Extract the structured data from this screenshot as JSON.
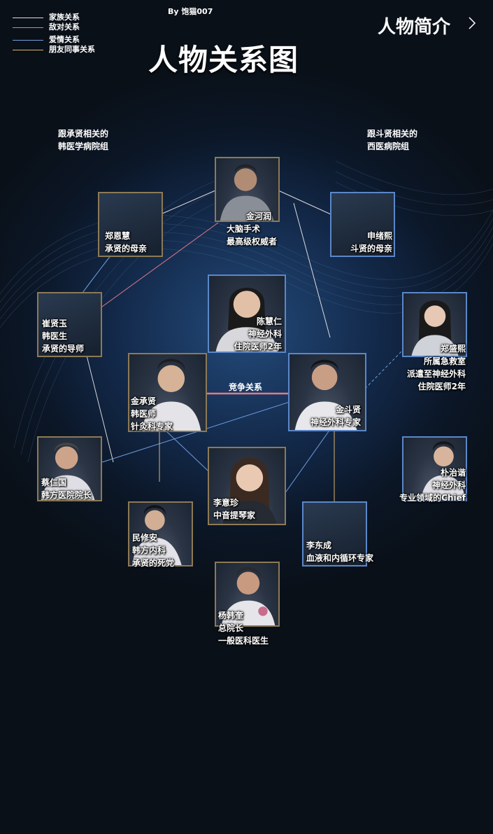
{
  "legend": [
    {
      "label": "家族关系",
      "color": "#dcdcdc"
    },
    {
      "label": "敌对关系",
      "color": "#e07a88"
    },
    {
      "label": "爱情关系",
      "color": "#6e9fe0"
    },
    {
      "label": "朋友同事关系",
      "color": "#d9b46a"
    }
  ],
  "byline": "By 饱猫007",
  "title": "人物关系图",
  "intro_link": "人物简介",
  "groups": {
    "left": [
      "跟承贤相关的",
      "韩医学病院组"
    ],
    "right": [
      "跟斗贤相关的",
      "西医病院组"
    ]
  },
  "characters": [
    {
      "id": "kim-ha-yoon",
      "lines": [
        "金河润",
        "大脑手术",
        "最高级权威者"
      ],
      "frame": "gold",
      "photo": true
    },
    {
      "id": "jung-eun-hye",
      "lines": [
        "郑恩慧",
        "承贤的母亲"
      ],
      "frame": "gold",
      "photo": false
    },
    {
      "id": "shin-seo-hee",
      "lines": [
        "申绪熙",
        "斗贤的母亲"
      ],
      "frame": "blue",
      "photo": false
    },
    {
      "id": "choi-hyun-ok",
      "lines": [
        "崔贤玉",
        "韩医生",
        "承贤的导师"
      ],
      "frame": "gold",
      "photo": false
    },
    {
      "id": "chen-hye-ren",
      "lines": [
        "陈慧仁",
        "神经外科",
        "住院医师2年"
      ],
      "frame": "blue",
      "photo": true
    },
    {
      "id": "jung-sung-hee",
      "lines": [
        "郑盛熙",
        "所属急救室",
        "派遣至神经外科",
        "住院医师2年"
      ],
      "frame": "blue",
      "photo": true
    },
    {
      "id": "kim-seung-hyun",
      "lines": [
        "金承贤",
        "韩医师",
        "针灸科专家"
      ],
      "frame": "gold",
      "photo": true
    },
    {
      "id": "kim-doo-hyun",
      "lines": [
        "金斗贤",
        "神经外科专家"
      ],
      "frame": "blue",
      "photo": true
    },
    {
      "id": "chae-in-guk",
      "lines": [
        "蔡仁国",
        "韩方医院院长"
      ],
      "frame": "gold",
      "photo": true
    },
    {
      "id": "park-chi-geun",
      "lines": [
        "朴治谐",
        "神经外科",
        "专业领域的Chief"
      ],
      "frame": "blue",
      "photo": true
    },
    {
      "id": "lee-eui-jin",
      "lines": [
        "李意珍",
        "中音提琴家"
      ],
      "frame": "gold",
      "photo": true
    },
    {
      "id": "min-soo-an",
      "lines": [
        "民修安",
        "韩方内科",
        "承贤的死党"
      ],
      "frame": "gold",
      "photo": true
    },
    {
      "id": "lee-dong-sung",
      "lines": [
        "李东成",
        "血液和内循环专家"
      ],
      "frame": "blue",
      "photo": false
    },
    {
      "id": "yang-han-kyu",
      "lines": [
        "杨韩奎",
        "总院长",
        "一般医科医生"
      ],
      "frame": "gold",
      "photo": true
    }
  ],
  "compete_label": "竞争关系"
}
